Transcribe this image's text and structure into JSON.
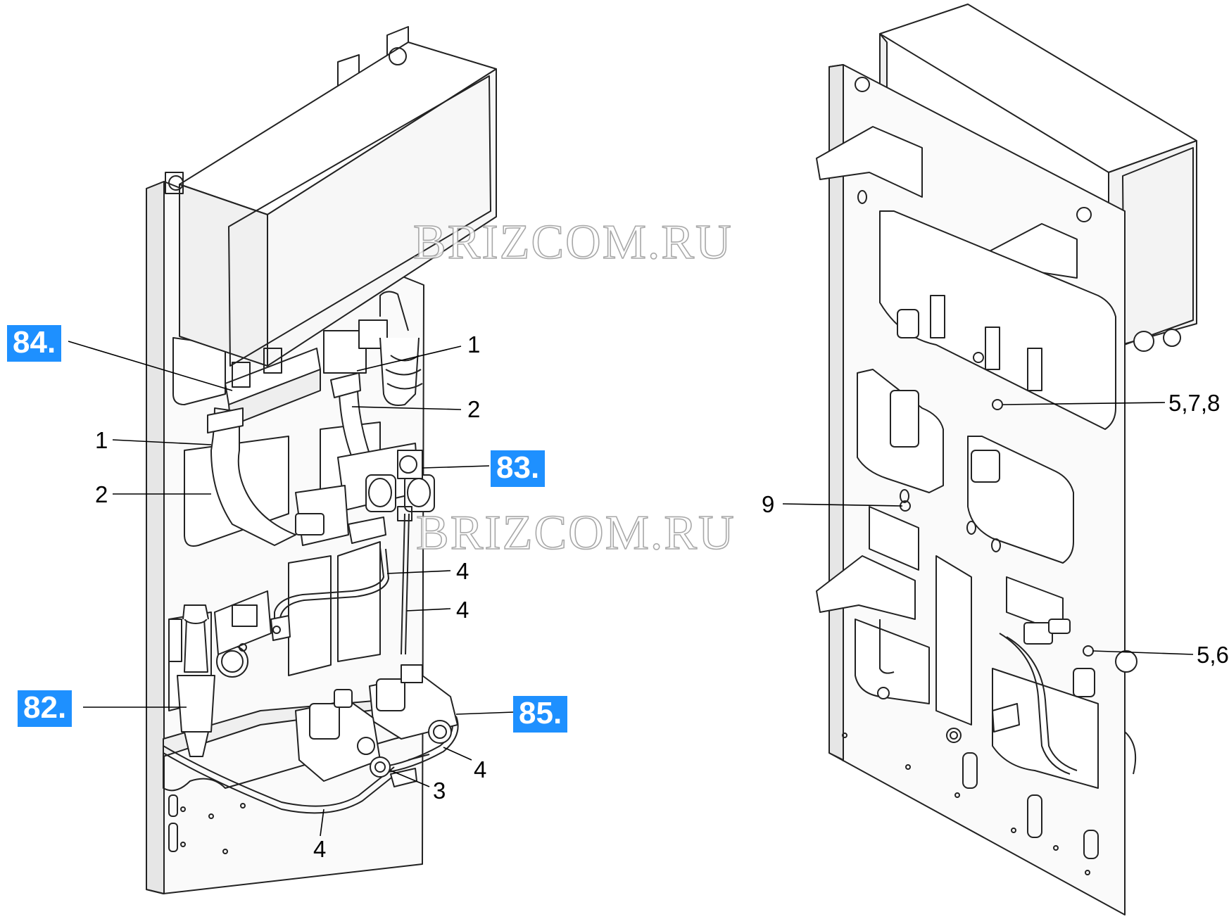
{
  "watermarks": [
    "BRIZCOM.RU",
    "BRIZCOM.RU"
  ],
  "badges": {
    "b84": "84.",
    "b83": "83.",
    "b82": "82.",
    "b85": "85."
  },
  "callouts": {
    "left_1_top": "1",
    "left_2_top": "2",
    "left_1_side": "1",
    "left_2_side": "2",
    "left_4_a": "4",
    "left_4_b": "4",
    "left_4_c": "4",
    "left_3": "3",
    "left_4_d": "4",
    "right_578": "5,7,8",
    "right_9": "9",
    "right_56": "5,6"
  },
  "colors": {
    "badge": "#1e90ff",
    "badge_text": "#ffffff",
    "line": "#000000"
  }
}
